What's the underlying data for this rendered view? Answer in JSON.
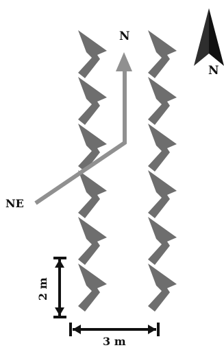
{
  "labels": {
    "north_top": "N",
    "north_compass": "N",
    "northeast": "NE",
    "height_dim": "2 m",
    "width_dim": "3 m"
  },
  "rows": [
    {
      "plant_count": 6
    },
    {
      "plant_count": 6
    }
  ],
  "colors": {
    "plant": "#6e6e6e",
    "direction_arrow": "#909090",
    "dimension": "#111111",
    "compass_dark": "#111111",
    "compass_light": "#2e2e2e"
  }
}
